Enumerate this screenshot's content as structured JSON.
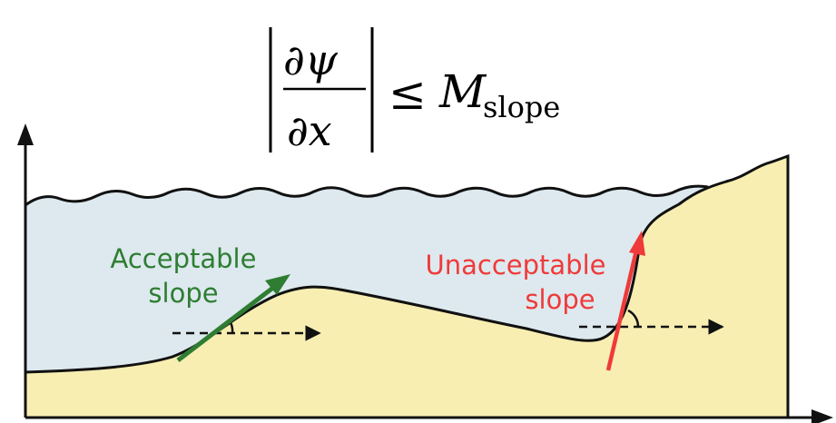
{
  "equation": {
    "numerator": "∂ψ",
    "denominator": "∂x",
    "relation": "≤",
    "rhs_symbol": "M",
    "rhs_subscript": "slope"
  },
  "labels": {
    "acceptable": {
      "line1": "Acceptable",
      "line2": "slope"
    },
    "unacceptable": {
      "line1": "Unacceptable",
      "line2": "slope"
    }
  },
  "colors": {
    "water": "#dde9ee",
    "sand": "#f8eeb2",
    "acceptable": "#2e7d32",
    "unacceptable": "#ef3a3a",
    "outline": "#111111"
  }
}
